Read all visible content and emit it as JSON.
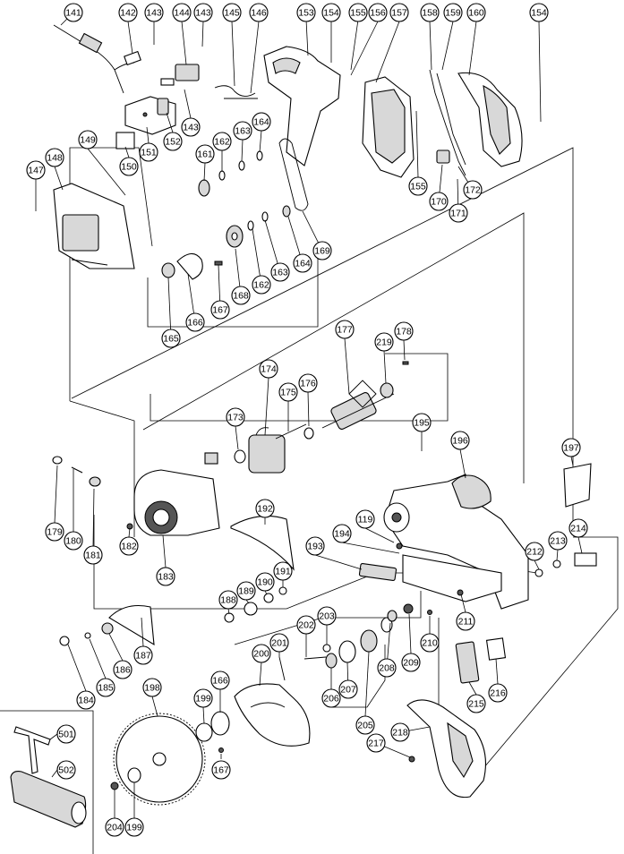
{
  "diagram": {
    "callouts": [
      {
        "id": "141",
        "label": "141"
      },
      {
        "id": "142",
        "label": "142"
      },
      {
        "id": "143a",
        "label": "143"
      },
      {
        "id": "144",
        "label": "144"
      },
      {
        "id": "143b",
        "label": "143"
      },
      {
        "id": "145",
        "label": "145"
      },
      {
        "id": "146",
        "label": "146"
      },
      {
        "id": "153",
        "label": "153"
      },
      {
        "id": "154a",
        "label": "154"
      },
      {
        "id": "155a",
        "label": "155"
      },
      {
        "id": "156",
        "label": "156"
      },
      {
        "id": "157",
        "label": "157"
      },
      {
        "id": "158",
        "label": "158"
      },
      {
        "id": "159",
        "label": "159"
      },
      {
        "id": "160",
        "label": "160"
      },
      {
        "id": "154b",
        "label": "154"
      },
      {
        "id": "149",
        "label": "149"
      },
      {
        "id": "143c",
        "label": "143"
      },
      {
        "id": "152",
        "label": "152"
      },
      {
        "id": "150",
        "label": "150"
      },
      {
        "id": "151",
        "label": "151"
      },
      {
        "id": "148",
        "label": "148"
      },
      {
        "id": "147",
        "label": "147"
      },
      {
        "id": "162a",
        "label": "162"
      },
      {
        "id": "163a",
        "label": "163"
      },
      {
        "id": "164a",
        "label": "164"
      },
      {
        "id": "161",
        "label": "161"
      },
      {
        "id": "155b",
        "label": "155"
      },
      {
        "id": "172",
        "label": "172"
      },
      {
        "id": "170",
        "label": "170"
      },
      {
        "id": "171",
        "label": "171"
      },
      {
        "id": "169",
        "label": "169"
      },
      {
        "id": "164b",
        "label": "164"
      },
      {
        "id": "163b",
        "label": "163"
      },
      {
        "id": "162b",
        "label": "162"
      },
      {
        "id": "168",
        "label": "168"
      },
      {
        "id": "167a",
        "label": "167"
      },
      {
        "id": "165",
        "label": "165"
      },
      {
        "id": "166a",
        "label": "166"
      },
      {
        "id": "177",
        "label": "177"
      },
      {
        "id": "178",
        "label": "178"
      },
      {
        "id": "219",
        "label": "219"
      },
      {
        "id": "174",
        "label": "174"
      },
      {
        "id": "175",
        "label": "175"
      },
      {
        "id": "176",
        "label": "176"
      },
      {
        "id": "173",
        "label": "173"
      },
      {
        "id": "195",
        "label": "195"
      },
      {
        "id": "196",
        "label": "196"
      },
      {
        "id": "197",
        "label": "197"
      },
      {
        "id": "179",
        "label": "179"
      },
      {
        "id": "180",
        "label": "180"
      },
      {
        "id": "181",
        "label": "181"
      },
      {
        "id": "182",
        "label": "182"
      },
      {
        "id": "183",
        "label": "183"
      },
      {
        "id": "192",
        "label": "192"
      },
      {
        "id": "119",
        "label": "119"
      },
      {
        "id": "194",
        "label": "194"
      },
      {
        "id": "193",
        "label": "193"
      },
      {
        "id": "212",
        "label": "212"
      },
      {
        "id": "213",
        "label": "213"
      },
      {
        "id": "214",
        "label": "214"
      },
      {
        "id": "191",
        "label": "191"
      },
      {
        "id": "190",
        "label": "190"
      },
      {
        "id": "189",
        "label": "189"
      },
      {
        "id": "188",
        "label": "188"
      },
      {
        "id": "211",
        "label": "211"
      },
      {
        "id": "202",
        "label": "202"
      },
      {
        "id": "203",
        "label": "203"
      },
      {
        "id": "201",
        "label": "201"
      },
      {
        "id": "200",
        "label": "200"
      },
      {
        "id": "210",
        "label": "210"
      },
      {
        "id": "209",
        "label": "209"
      },
      {
        "id": "208",
        "label": "208"
      },
      {
        "id": "187",
        "label": "187"
      },
      {
        "id": "186",
        "label": "186"
      },
      {
        "id": "185",
        "label": "185"
      },
      {
        "id": "184",
        "label": "184"
      },
      {
        "id": "206",
        "label": "206"
      },
      {
        "id": "207",
        "label": "207"
      },
      {
        "id": "205",
        "label": "205"
      },
      {
        "id": "215",
        "label": "215"
      },
      {
        "id": "216",
        "label": "216"
      },
      {
        "id": "198",
        "label": "198"
      },
      {
        "id": "199a",
        "label": "199"
      },
      {
        "id": "166b",
        "label": "166"
      },
      {
        "id": "167b",
        "label": "167"
      },
      {
        "id": "218",
        "label": "218"
      },
      {
        "id": "217",
        "label": "217"
      },
      {
        "id": "501",
        "label": "501"
      },
      {
        "id": "502",
        "label": "502"
      },
      {
        "id": "204",
        "label": "204"
      },
      {
        "id": "199b",
        "label": "199"
      }
    ]
  }
}
